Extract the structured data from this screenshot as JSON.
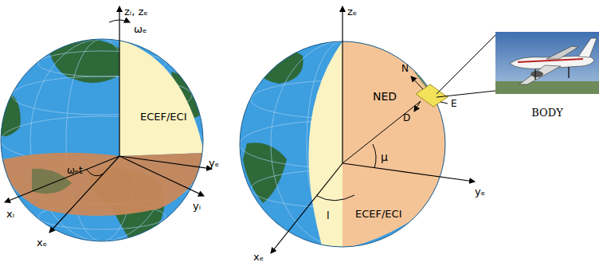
{
  "diagram": {
    "nodes": [
      {
        "text": [
          "BODY"
        ]
      }
    ],
    "labels": [
      "zᵢ, zₑ",
      "ωₑ",
      "ECEF/ECI",
      "ωₑt",
      "xᵢ",
      "yₑ",
      "yᵢ",
      "xₑ",
      "zₑ",
      "N",
      "NED",
      "E",
      "D",
      "μ",
      "l",
      "ECEF/ECI",
      "yₑ",
      "xₑ"
    ]
  }
}
